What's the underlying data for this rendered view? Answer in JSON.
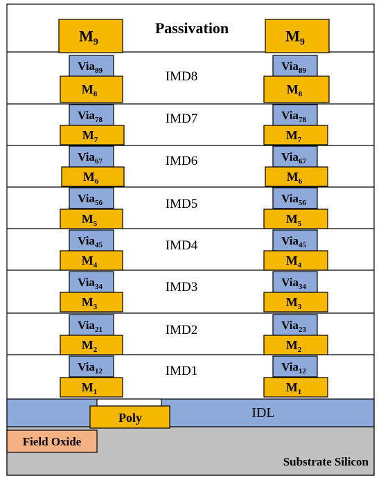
{
  "colors": {
    "metal": "#f5b700",
    "via": "#8eaadb",
    "idl": "#8eaadb",
    "field_oxide": "#f4b183",
    "substrate": "#c0c0c0",
    "outline": "#000000",
    "background": "#ffffff"
  },
  "labels": {
    "passivation": "Passivation",
    "idl": "IDL",
    "poly": "Poly",
    "field_oxide": "Field Oxide",
    "substrate": "Substrate Silicon"
  },
  "dielectric_layers": [
    "IMD8",
    "IMD7",
    "IMD6",
    "IMD5",
    "IMD4",
    "IMD3",
    "IMD2",
    "IMD1"
  ],
  "left_stack": {
    "metals": [
      {
        "base": "M",
        "sub": "9"
      },
      {
        "base": "M",
        "sub": "8"
      },
      {
        "base": "M",
        "sub": "7"
      },
      {
        "base": "M",
        "sub": "6"
      },
      {
        "base": "M",
        "sub": "5"
      },
      {
        "base": "M",
        "sub": "4"
      },
      {
        "base": "M",
        "sub": "3"
      },
      {
        "base": "M",
        "sub": "2"
      },
      {
        "base": "M",
        "sub": "1"
      }
    ],
    "vias": [
      {
        "base": "Via",
        "sub": "89"
      },
      {
        "base": "Via",
        "sub": "78"
      },
      {
        "base": "Via",
        "sub": "67"
      },
      {
        "base": "Via",
        "sub": "56"
      },
      {
        "base": "Via",
        "sub": "45"
      },
      {
        "base": "Via",
        "sub": "34"
      },
      {
        "base": "Via",
        "sub": "21"
      },
      {
        "base": "Via",
        "sub": "12"
      }
    ]
  },
  "right_stack": {
    "metals": [
      {
        "base": "M",
        "sub": "9"
      },
      {
        "base": "M",
        "sub": "8"
      },
      {
        "base": "M",
        "sub": "7"
      },
      {
        "base": "M",
        "sub": "6"
      },
      {
        "base": "M",
        "sub": "5"
      },
      {
        "base": "M",
        "sub": "4"
      },
      {
        "base": "M",
        "sub": "3"
      },
      {
        "base": "M",
        "sub": "2"
      },
      {
        "base": "M",
        "sub": "1"
      }
    ],
    "vias": [
      {
        "base": "Via",
        "sub": "89"
      },
      {
        "base": "Via",
        "sub": "78"
      },
      {
        "base": "Via",
        "sub": "67"
      },
      {
        "base": "Via",
        "sub": "56"
      },
      {
        "base": "Via",
        "sub": "45"
      },
      {
        "base": "Via",
        "sub": "34"
      },
      {
        "base": "Via",
        "sub": "23"
      },
      {
        "base": "Via",
        "sub": "12"
      }
    ]
  }
}
